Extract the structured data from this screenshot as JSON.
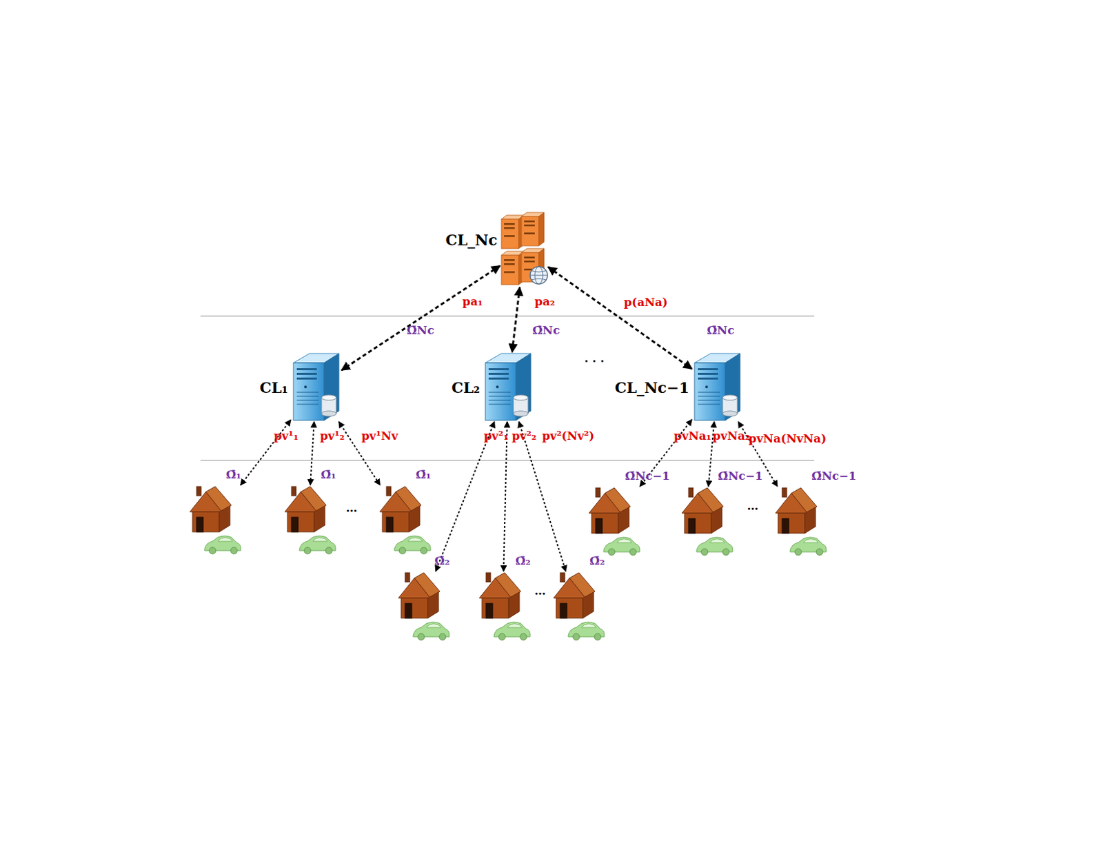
{
  "diagram": {
    "nodes": [
      {
        "text": [
          "CL_Nc"
        ]
      },
      {
        "text": [
          "CL₁"
        ]
      },
      {
        "text": [
          "CL₂"
        ]
      },
      {
        "text": [
          "CL_Nc−1"
        ]
      },
      {
        "text": [
          "Ω̄₁"
        ]
      },
      {
        "text": [
          "Ω̄₁"
        ]
      },
      {
        "text": [
          "Ω̄₁"
        ]
      },
      {
        "text": [
          "Ω̄₂"
        ]
      },
      {
        "text": [
          "Ω̄₂"
        ]
      },
      {
        "text": [
          "Ω̄₂"
        ]
      },
      {
        "text": [
          "Ω̄Nc−1"
        ]
      },
      {
        "text": [
          "Ω̄Nc−1"
        ]
      },
      {
        "text": [
          "Ω̄Nc−1"
        ]
      }
    ],
    "edges": [
      {
        "from": 0,
        "to": 1,
        "label": "pa₁",
        "arrow": "both"
      },
      {
        "from": 0,
        "to": 2,
        "label": "pa₂",
        "arrow": "both"
      },
      {
        "from": 0,
        "to": 3,
        "label": "p(aNa)",
        "arrow": "both"
      },
      {
        "from": 1,
        "to": 4,
        "label": "pv¹₁",
        "arrow": "both"
      },
      {
        "from": 1,
        "to": 5,
        "label": "pv¹₂",
        "arrow": "both"
      },
      {
        "from": 1,
        "to": 6,
        "label": "pv¹Nv",
        "arrow": "both"
      },
      {
        "from": 2,
        "to": 7,
        "label": "pv²₁",
        "arrow": "both"
      },
      {
        "from": 2,
        "to": 8,
        "label": "pv²₂",
        "arrow": "both"
      },
      {
        "from": 2,
        "to": 9,
        "label": "pv²(Nv²)",
        "arrow": "both"
      },
      {
        "from": 3,
        "to": 10,
        "label": "pvNa₁",
        "arrow": "both"
      },
      {
        "from": 3,
        "to": 11,
        "label": "pvNa₂",
        "arrow": "both"
      },
      {
        "from": 3,
        "to": 12,
        "label": "pvNa(NvNa)",
        "arrow": "both"
      }
    ],
    "labels": [
      "Ω̄Nc",
      "Ω̄Nc",
      "Ω̄Nc",
      "· · ·",
      "…",
      "…",
      "…"
    ]
  }
}
